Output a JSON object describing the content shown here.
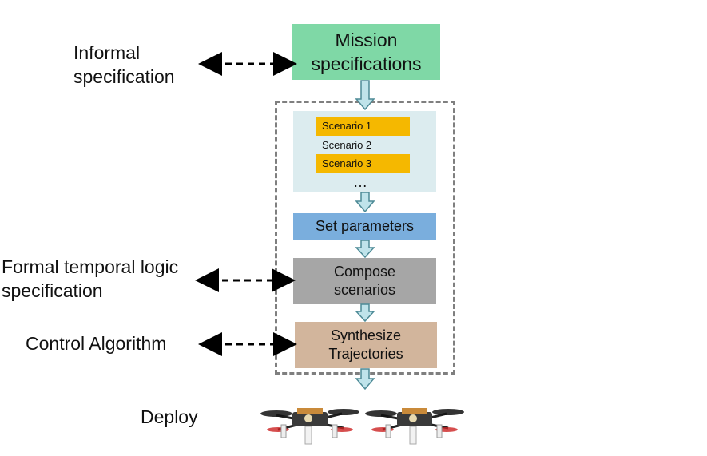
{
  "mission": {
    "line1": "Mission",
    "line2": "specifications"
  },
  "scenarios": [
    {
      "label": "Scenario 1",
      "highlighted": true
    },
    {
      "label": "Scenario 2",
      "highlighted": false
    },
    {
      "label": "Scenario 3",
      "highlighted": true
    }
  ],
  "ellipsis": "…",
  "set_parameters": "Set parameters",
  "compose": {
    "line1": "Compose",
    "line2": "scenarios"
  },
  "synthesize": {
    "line1": "Synthesize",
    "line2": "Trajectories"
  },
  "left_labels": {
    "informal": {
      "line1": "Informal",
      "line2": "specification"
    },
    "formal": {
      "line1": "Formal temporal logic",
      "line2": "specification"
    },
    "control": "Control Algorithm",
    "deploy": "Deploy"
  },
  "colors": {
    "mission": "#7fd8a6",
    "scenario_panel": "#dcecef",
    "scenario_highlight": "#f5b800",
    "set_parameters": "#7aaedd",
    "compose": "#a6a6a6",
    "synthesize": "#d2b59c",
    "flow_arrow": "#bfe3ea",
    "frame": "#7f7f7f"
  },
  "icons": [
    "drone-icon",
    "drone-icon"
  ]
}
